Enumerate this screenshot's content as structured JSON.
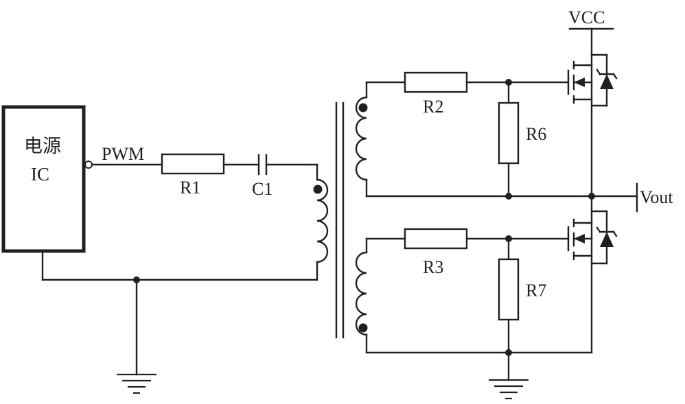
{
  "power_ic": {
    "line1": "电源",
    "line2": "IC"
  },
  "signals": {
    "pwm": "PWM",
    "vcc": "VCC",
    "vout": "Vout"
  },
  "components": {
    "r1": "R1",
    "c1": "C1",
    "r2": "R2",
    "r3": "R3",
    "r6": "R6",
    "r7": "R7"
  },
  "colors": {
    "ink": "#231f20",
    "background": "#ffffff"
  }
}
